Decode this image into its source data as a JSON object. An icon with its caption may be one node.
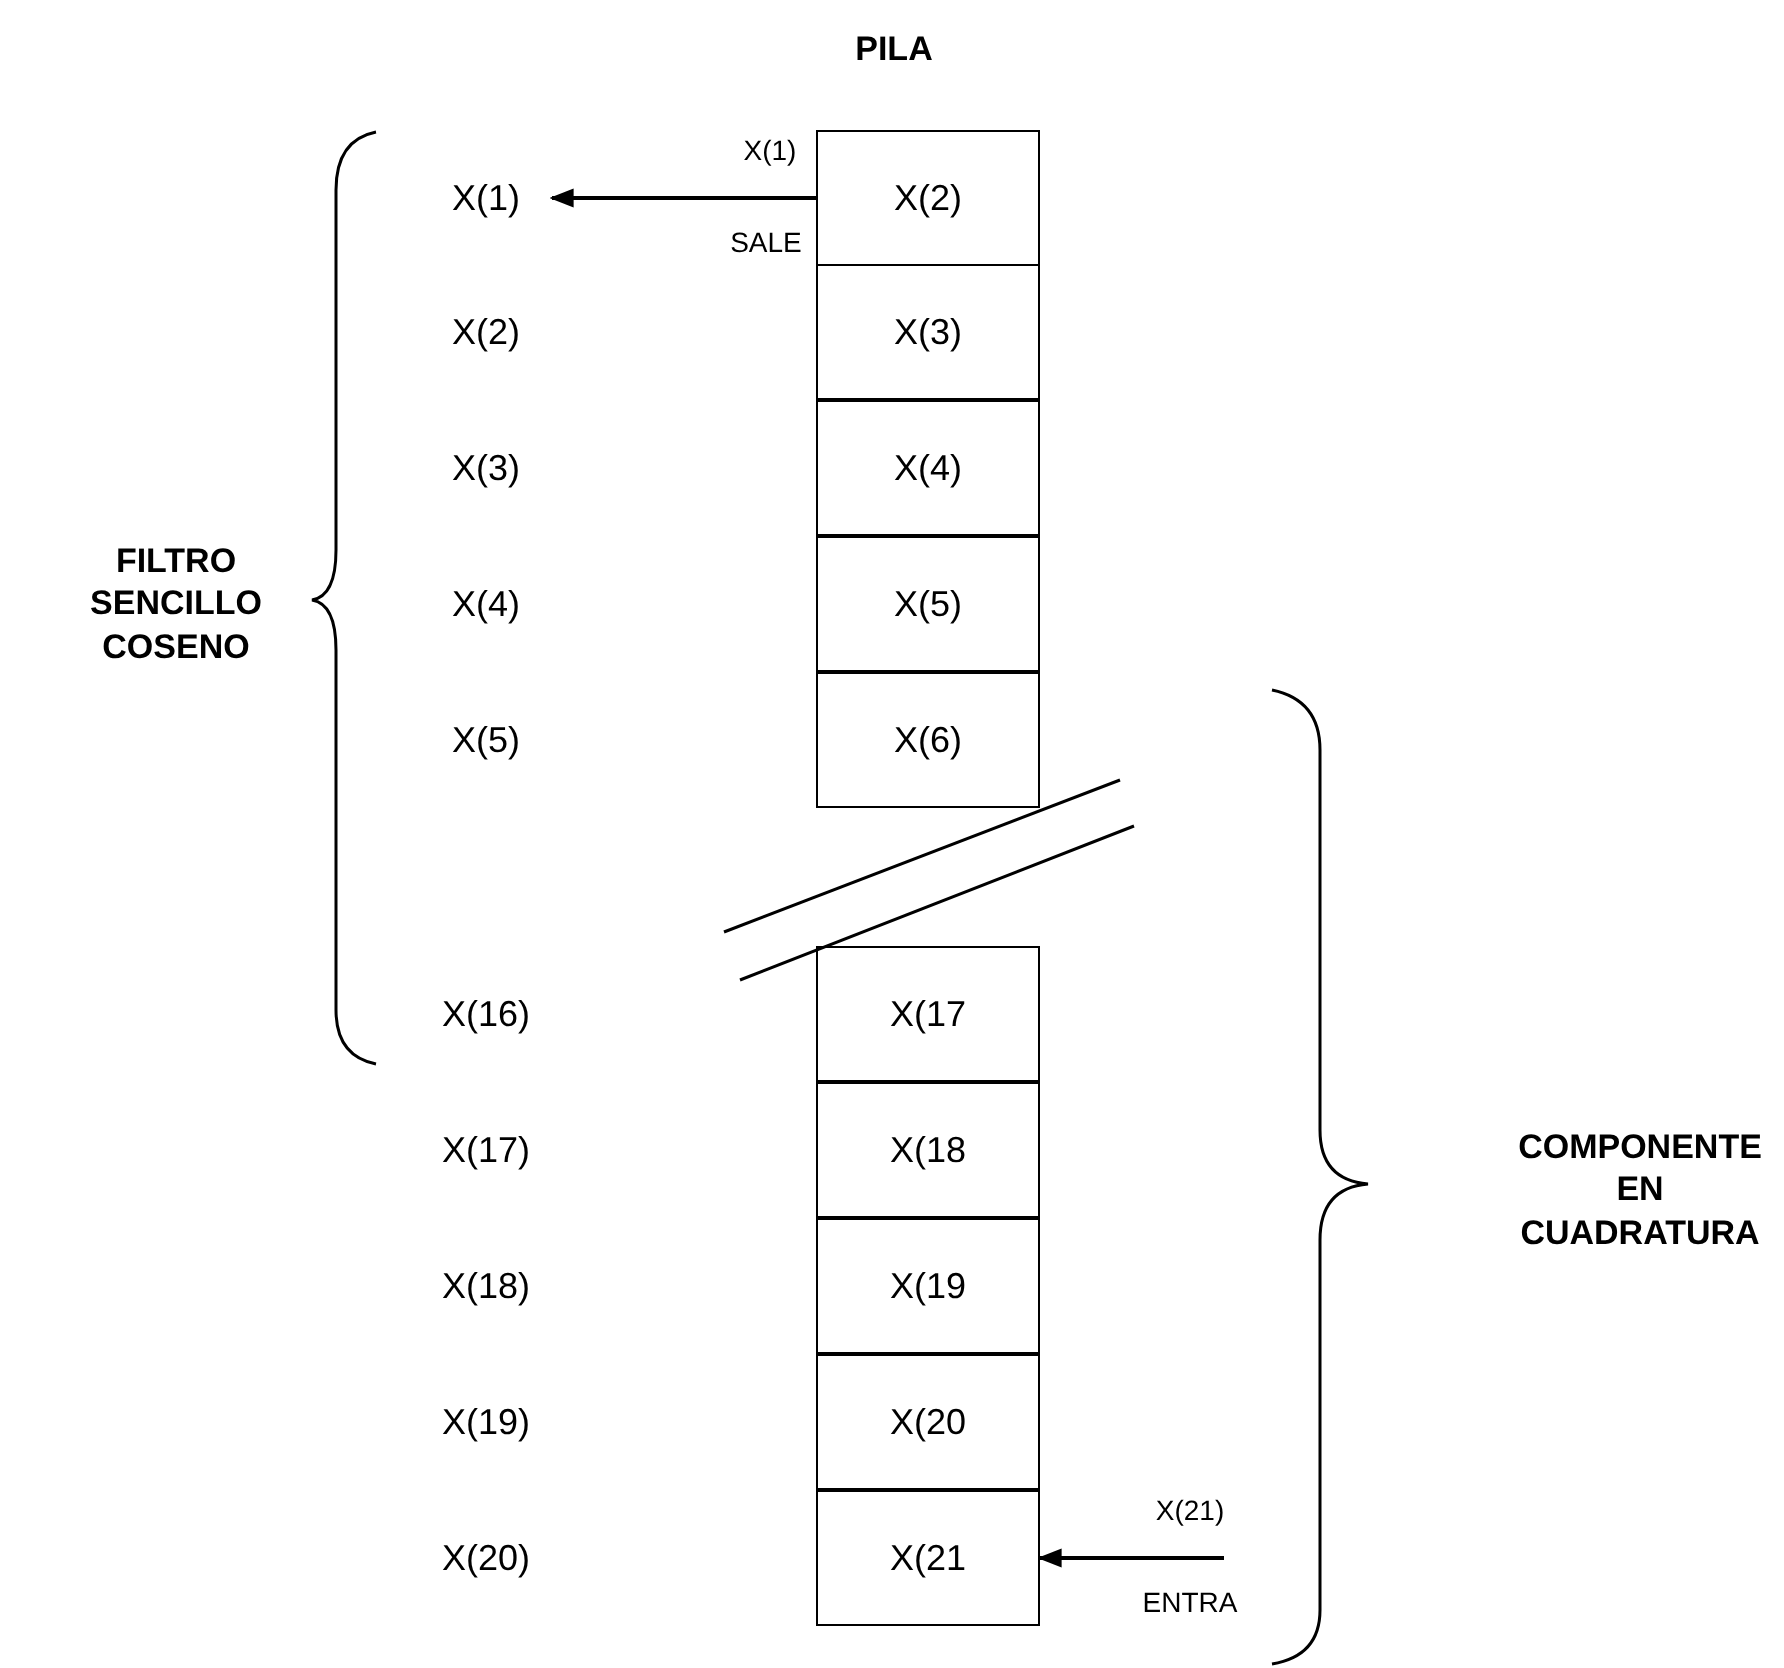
{
  "diagram": {
    "title": "PILA",
    "nodes": [
      {
        "text": [
          "X(2)"
        ]
      },
      {
        "text": [
          "X(3)"
        ]
      },
      {
        "text": [
          "X(4)"
        ]
      },
      {
        "text": [
          "X(5)"
        ]
      },
      {
        "text": [
          "X(6)"
        ]
      },
      {
        "text": [
          "X(17"
        ]
      },
      {
        "text": [
          "X(18"
        ]
      },
      {
        "text": [
          "X(19"
        ]
      },
      {
        "text": [
          "X(20"
        ]
      },
      {
        "text": [
          "X(21"
        ]
      },
      {
        "text": [
          "X(1)"
        ]
      }
    ],
    "edges": [
      {
        "from": 0,
        "to": 10,
        "arrow": "to",
        "label": "X(1)"
      },
      {
        "from": null,
        "to": 9,
        "arrow": "to",
        "label": "X(21)"
      }
    ],
    "labels": [
      "SALE",
      "X(2)",
      "X(3)",
      "FILTRO SENCILLO COSENO",
      "X(4)",
      "X(5)",
      "X(16)",
      "COMPONENTE EN CUADRATURA",
      "X(17)",
      "X(18)",
      "X(19)",
      "X(20)",
      "ENTRA"
    ]
  }
}
